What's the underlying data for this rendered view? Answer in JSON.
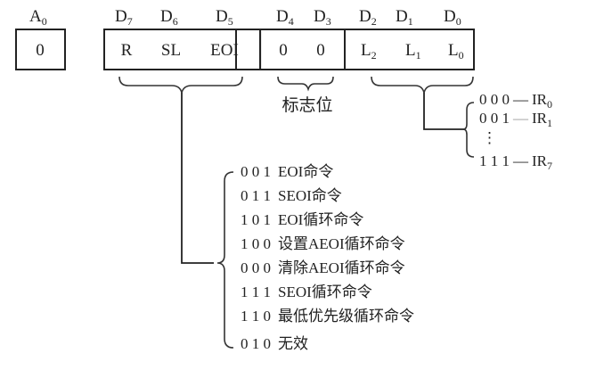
{
  "register": {
    "a0": {
      "label": "A",
      "sub": "0",
      "value": "0"
    },
    "bits": [
      {
        "label": "D",
        "sub": "7",
        "value": "R"
      },
      {
        "label": "D",
        "sub": "6",
        "value": "SL"
      },
      {
        "label": "D",
        "sub": "5",
        "value": "EOI"
      },
      {
        "label": "D",
        "sub": "4",
        "value": "0"
      },
      {
        "label": "D",
        "sub": "3",
        "value": "0"
      },
      {
        "label": "D",
        "sub": "2",
        "value": "L",
        "value_sub": "2"
      },
      {
        "label": "D",
        "sub": "1",
        "value": "L",
        "value_sub": "1"
      },
      {
        "label": "D",
        "sub": "0",
        "value": "L",
        "value_sub": "0"
      }
    ]
  },
  "flag_label": "标志位",
  "ir_mapping": [
    {
      "code": "0 0 0",
      "dash": "—",
      "target": "IR",
      "sub": "0"
    },
    {
      "code": "0 0 1",
      "dash": "—",
      "target": "IR",
      "sub": "1"
    },
    {
      "code": "1 1 1",
      "dash": "—",
      "target": "IR",
      "sub": "7"
    }
  ],
  "ir_ellipsis": "⋮",
  "commands": [
    {
      "code": "0 0 1",
      "desc": "EOI命令"
    },
    {
      "code": "0 1 1",
      "desc": "SEOI命令"
    },
    {
      "code": "1 0 1",
      "desc": "EOI循环命令"
    },
    {
      "code": "1 0 0",
      "desc": "设置AEOI循环命令"
    },
    {
      "code": "0 0 0",
      "desc": "清除AEOI循环命令"
    },
    {
      "code": "1 1 1",
      "desc": "SEOI循环命令"
    },
    {
      "code": "1 1 0",
      "desc": "最低优先级循环命令"
    },
    {
      "code": "0 1 0",
      "desc": "无效"
    }
  ]
}
